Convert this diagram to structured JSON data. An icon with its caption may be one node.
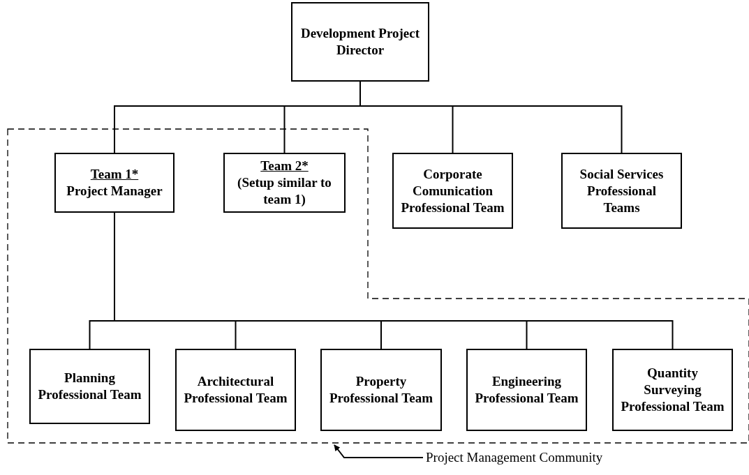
{
  "diagram": {
    "nodes": [
      {
        "text": [
          "Development Project Director"
        ]
      },
      {
        "text": [],
        "shape": "box"
      },
      {
        "text": [
          "Team 1*",
          "Project Manager"
        ],
        "in": 1
      },
      {
        "text": [
          "Team 2*",
          "(Setup similar to team 1)"
        ],
        "in": 1
      },
      {
        "text": [
          "Corporate Comunication Professional Team"
        ]
      },
      {
        "text": [
          "Social Services Professional Teams"
        ]
      },
      {
        "text": [
          "Planning Professional Team"
        ],
        "in": 1
      },
      {
        "text": [
          "Architectural Professional Team"
        ],
        "in": 1
      },
      {
        "text": [
          "Property Professional Team"
        ],
        "in": 1
      },
      {
        "text": [
          "Engineering Professional Team"
        ],
        "in": 1
      },
      {
        "text": [
          "Quantity Surveying Professional Team"
        ],
        "in": 1
      },
      {
        "text": [
          "Project Management Community"
        ]
      }
    ],
    "edges": [
      {
        "from": 0,
        "to": 2,
        "arrow": "none"
      },
      {
        "from": 0,
        "to": 3,
        "arrow": "none"
      },
      {
        "from": 0,
        "to": 4,
        "arrow": "none"
      },
      {
        "from": 0,
        "to": 5,
        "arrow": "none"
      },
      {
        "from": 2,
        "to": 6,
        "arrow": "none"
      },
      {
        "from": 2,
        "to": 7,
        "arrow": "none"
      },
      {
        "from": 2,
        "to": 8,
        "arrow": "none"
      },
      {
        "from": 2,
        "to": 9,
        "arrow": "none"
      },
      {
        "from": 2,
        "to": 10,
        "arrow": "none"
      },
      {
        "from": 11,
        "to": 1,
        "arrow": "to"
      }
    ]
  }
}
